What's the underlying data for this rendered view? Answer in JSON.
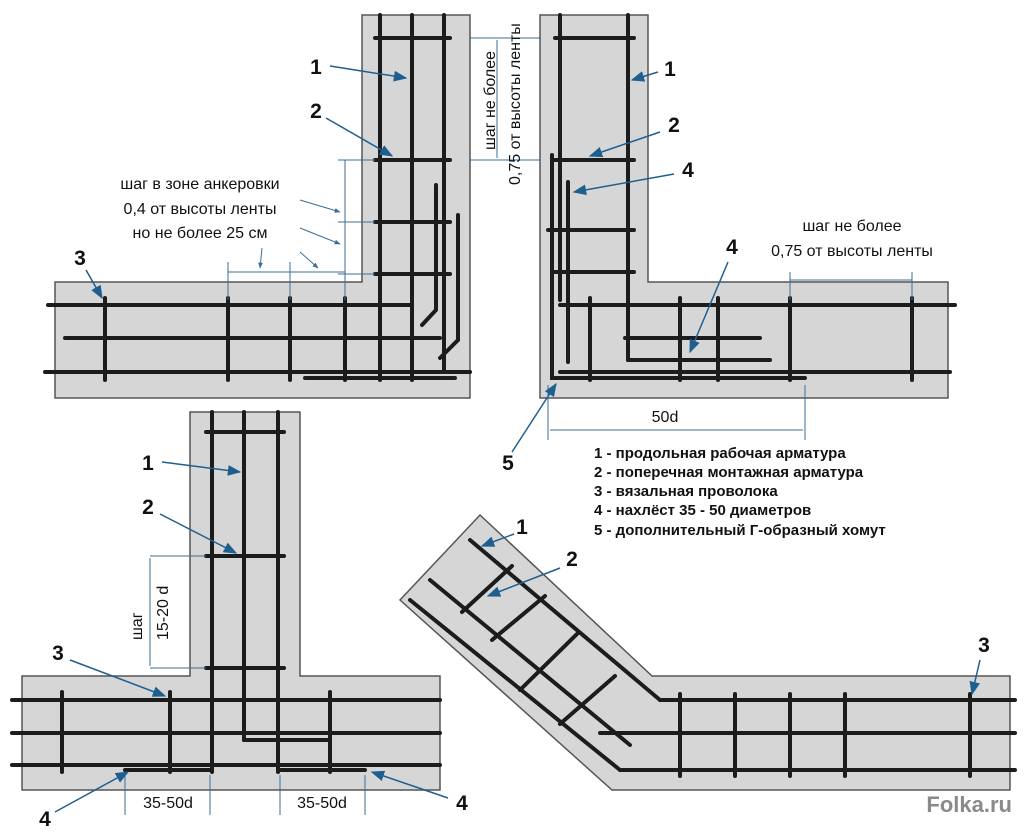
{
  "legend": {
    "item1": "1 - продольная рабочая арматура",
    "item2": "2 - поперечная монтажная арматура",
    "item3": "3 - вязальная проволока",
    "item4": "4 - нахлёст 35 - 50 диаметров",
    "item5": "5 - дополнительный Г-образный хомут"
  },
  "callouts": [
    "1",
    "2",
    "3",
    "4",
    "5"
  ],
  "annotations": {
    "anchorage_step_line1": "шаг в зоне анкеровки",
    "anchorage_step_line2": "0,4 от высоты ленты",
    "anchorage_step_line3": "но не более 25 см",
    "vertical_step_line1": "шаг не более",
    "vertical_step_line2": "0,75 от высоты ленты",
    "right_step_line1": "шаг не более",
    "right_step_line2": "0,75 от высоты ленты",
    "overlap_50d": "50d",
    "t_step_line1": "шаг",
    "t_step_line2": "15-20 d",
    "t_overlap_left": "35-50d",
    "t_overlap_right": "35-50d"
  },
  "watermark": "Folka.ru",
  "colors": {
    "concrete": "#d6d6d6",
    "rebar": "#1c1c1c",
    "outline": "#555555",
    "callout_arrow": "#1f5f8f",
    "dimension_line": "#3b6e96"
  }
}
